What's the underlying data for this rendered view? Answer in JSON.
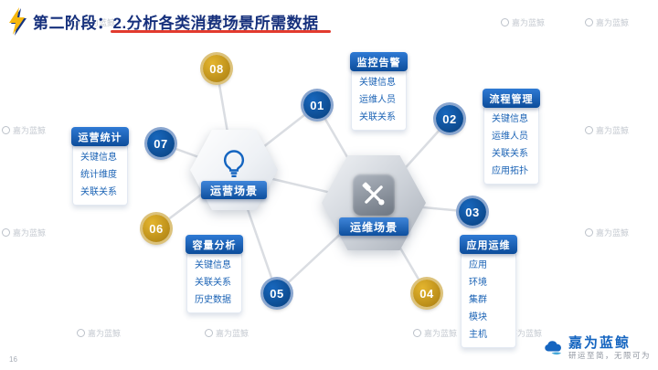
{
  "slide": {
    "page_number": "16",
    "title": {
      "prefix": "第二阶段：",
      "main": "2.分析各类消费场景所需数据"
    }
  },
  "watermark": {
    "text": "嘉为蓝鲸"
  },
  "diagram": {
    "hexagons": [
      {
        "id": "ops",
        "label": "运营场景",
        "icon": "lightbulb-icon"
      },
      {
        "id": "om",
        "label": "运维场景",
        "icon": "crossed-tools-icon"
      }
    ],
    "nodes": [
      {
        "num": "01",
        "color": "blue"
      },
      {
        "num": "02",
        "color": "blue"
      },
      {
        "num": "03",
        "color": "blue"
      },
      {
        "num": "04",
        "color": "gold"
      },
      {
        "num": "05",
        "color": "blue"
      },
      {
        "num": "06",
        "color": "gold"
      },
      {
        "num": "07",
        "color": "blue"
      },
      {
        "num": "08",
        "color": "gold"
      }
    ],
    "panels": [
      {
        "title": "运营统计",
        "items": [
          "关键信息",
          "统计维度",
          "关联关系"
        ]
      },
      {
        "title": "监控告警",
        "items": [
          "关键信息",
          "运维人员",
          "关联关系"
        ]
      },
      {
        "title": "流程管理",
        "items": [
          "关键信息",
          "运维人员",
          "关联关系",
          "应用拓扑"
        ]
      },
      {
        "title": "容量分析",
        "items": [
          "关键信息",
          "关联关系",
          "历史数据"
        ]
      },
      {
        "title": "应用运维",
        "items": [
          "应用",
          "环境",
          "集群",
          "模块",
          "主机"
        ]
      }
    ]
  },
  "footer": {
    "brand": "嘉为蓝鲸",
    "slogan": "研运至简，无限可为"
  },
  "colors": {
    "accent_blue": "#0d4f9e",
    "accent_gold": "#c9971d",
    "accent_red": "#e23a2e",
    "title_blue": "#16307c"
  }
}
